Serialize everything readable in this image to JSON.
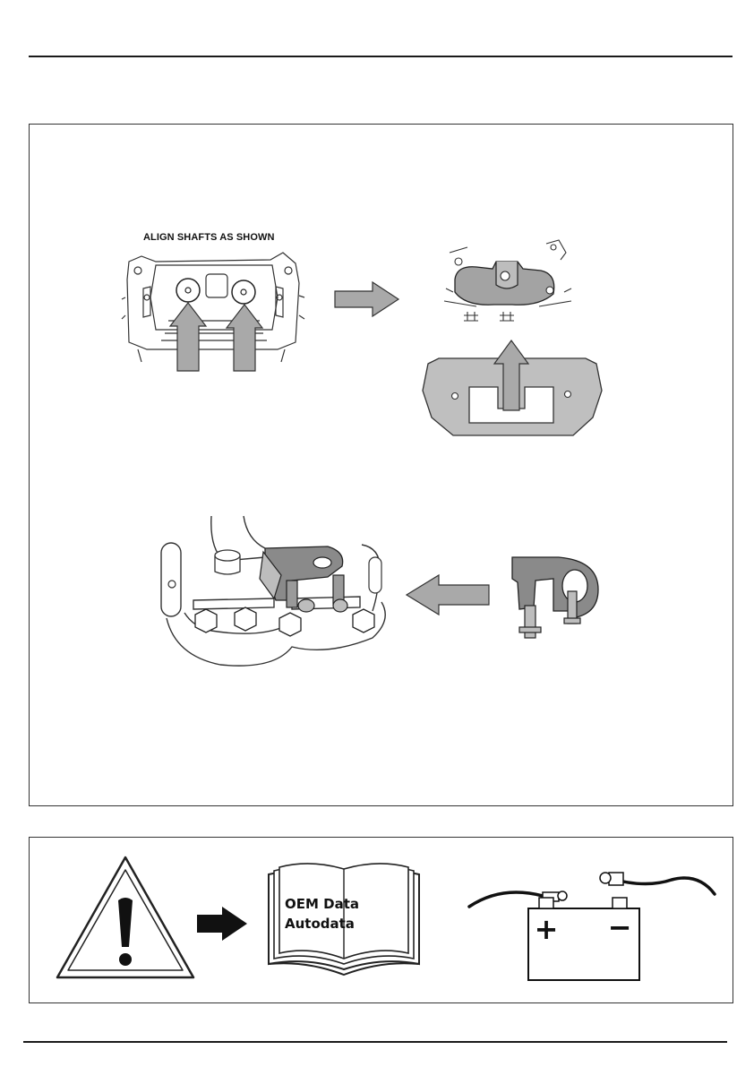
{
  "figure1": {
    "caption": "ALIGN SHAFTS AS SHOWN"
  },
  "warnings": {
    "book_line1": "OEM Data",
    "book_line2": "Autodata",
    "battery_plus": "+",
    "battery_minus": "−"
  },
  "colors": {
    "arrow_gray": "#a9a9a9",
    "part_gray": "#bfbfbf",
    "dark_part": "#8a8a8a",
    "line": "#2a2a2a"
  }
}
